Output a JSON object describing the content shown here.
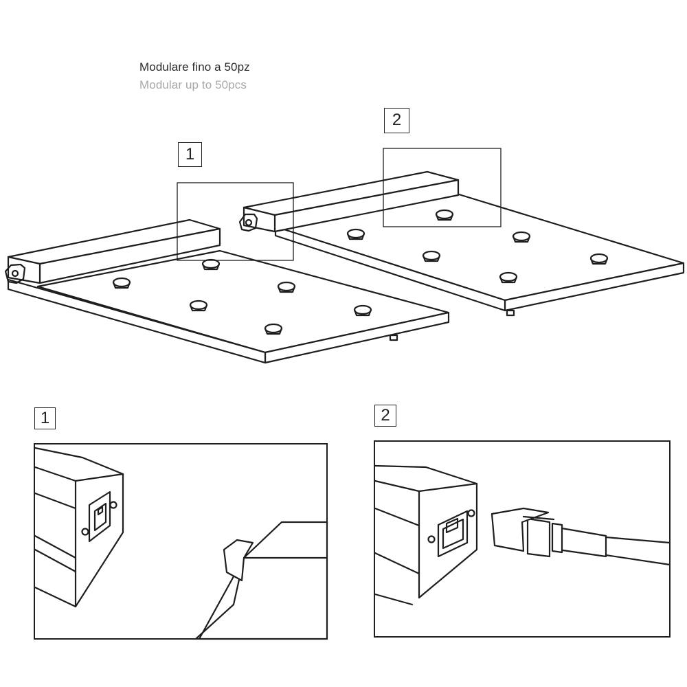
{
  "caption": {
    "italian": "Modulare fino a 50pz",
    "english": "Modular up to 50pcs"
  },
  "callouts": {
    "one": "1",
    "two": "2"
  },
  "details": {
    "one": "1",
    "two": "2"
  }
}
